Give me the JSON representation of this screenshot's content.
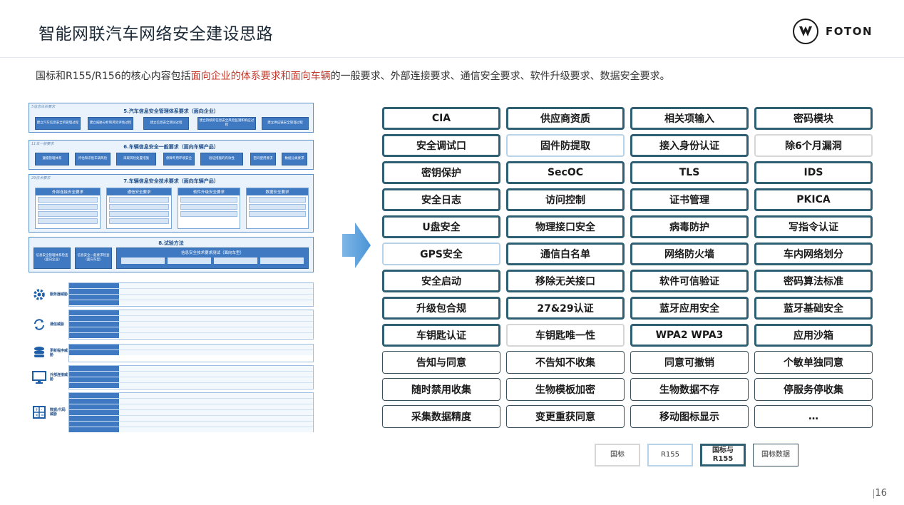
{
  "header": {
    "title": "智能网联汽车网络安全建设思路",
    "logo_text": "FOTON"
  },
  "intro": {
    "prefix": "国标和R155/R156的核心内容包括",
    "highlight": "面向企业的体系要求和面向车辆",
    "suffix": "的一般要求、外部连接要求、通信安全要求、软件升级要求、数据安全要求。"
  },
  "diagram": {
    "block5": {
      "tag": "5信息体系要求",
      "title": "5.汽车信息安全管理体系要求（面向企业）",
      "cells": [
        "建立汽车信息安全的管理过程",
        "建立威胁分析和风险评估过程",
        "建立信息安全测试过程",
        "建立持续的信息安全风险监测和响应过程",
        "建立供应链安全管理过程"
      ]
    },
    "block6": {
      "tag": "11车一般要求",
      "title": "6.车辆信息安全一般要求（面向车辆产品）",
      "cells": [
        "遵循管理体系",
        "评估和识别车辆风险",
        "采取风险处置措施",
        "保障专用环境安全",
        "验证措施的有效性",
        "密码使用要求",
        "数据分类要求"
      ]
    },
    "block7": {
      "tag": "29技术要求",
      "title": "7.车辆信息安全技术要求（面向车辆产品）",
      "subs": [
        "外部连接安全要求",
        "通信安全要求",
        "软件升级安全要求",
        "数据安全要求"
      ]
    },
    "block8": {
      "title": "8.试验方法",
      "cells": [
        "信息安全管理体系检查（面向企业）",
        "信息安全一般要求检查（面向车型）"
      ],
      "sub_title": "信息安全技术要求测试（面向车型）"
    },
    "threats": [
      {
        "label": "服务器威胁",
        "icon": "gear-icon"
      },
      {
        "label": "通信威胁",
        "icon": "refresh-icon"
      },
      {
        "label": "更新程序威胁",
        "icon": "database-icon"
      },
      {
        "label": "外部连接威胁",
        "icon": "monitor-icon"
      },
      {
        "label": "数据/代码威胁",
        "icon": "calculator-icon"
      }
    ]
  },
  "requirements": [
    {
      "label": "CIA",
      "source": "both"
    },
    {
      "label": "供应商资质",
      "source": "both"
    },
    {
      "label": "相关项输入",
      "source": "both"
    },
    {
      "label": "密码模块",
      "source": "both"
    },
    {
      "label": "安全调试口",
      "source": "both"
    },
    {
      "label": "固件防提取",
      "source": "r155"
    },
    {
      "label": "接入身份认证",
      "source": "both"
    },
    {
      "label": "除6个月漏洞",
      "source": "gb"
    },
    {
      "label": "密钥保护",
      "source": "both"
    },
    {
      "label": "SecOC",
      "source": "both"
    },
    {
      "label": "TLS",
      "source": "both"
    },
    {
      "label": "IDS",
      "source": "both"
    },
    {
      "label": "安全日志",
      "source": "both"
    },
    {
      "label": "访问控制",
      "source": "both"
    },
    {
      "label": "证书管理",
      "source": "both"
    },
    {
      "label": "PKICA",
      "source": "both"
    },
    {
      "label": "U盘安全",
      "source": "both"
    },
    {
      "label": "物理接口安全",
      "source": "both"
    },
    {
      "label": "病毒防护",
      "source": "both"
    },
    {
      "label": "写指令认证",
      "source": "both"
    },
    {
      "label": "GPS安全",
      "source": "r155"
    },
    {
      "label": "通信白名单",
      "source": "both"
    },
    {
      "label": "网络防火墙",
      "source": "both"
    },
    {
      "label": "车内网络划分",
      "source": "both"
    },
    {
      "label": "安全启动",
      "source": "both"
    },
    {
      "label": "移除无关接口",
      "source": "both"
    },
    {
      "label": "软件可信验证",
      "source": "both"
    },
    {
      "label": "密码算法标准",
      "source": "both"
    },
    {
      "label": "升级包合规",
      "source": "both"
    },
    {
      "label": "27&29认证",
      "source": "both"
    },
    {
      "label": "蓝牙应用安全",
      "source": "both"
    },
    {
      "label": "蓝牙基础安全",
      "source": "both"
    },
    {
      "label": "车钥匙认证",
      "source": "both"
    },
    {
      "label": "车钥匙唯一性",
      "source": "gb"
    },
    {
      "label": "WPA2 WPA3",
      "source": "both"
    },
    {
      "label": "应用沙箱",
      "source": "both"
    },
    {
      "label": "告知与同意",
      "source": "data"
    },
    {
      "label": "不告知不收集",
      "source": "data"
    },
    {
      "label": "同意可撤销",
      "source": "data"
    },
    {
      "label": "个敏单独同意",
      "source": "data"
    },
    {
      "label": "随时禁用收集",
      "source": "data"
    },
    {
      "label": "生物模板加密",
      "source": "data"
    },
    {
      "label": "生物数据不存",
      "source": "data"
    },
    {
      "label": "停服务停收集",
      "source": "data"
    },
    {
      "label": "采集数据精度",
      "source": "data"
    },
    {
      "label": "变更重获同意",
      "source": "data"
    },
    {
      "label": "移动图标显示",
      "source": "data"
    },
    {
      "label": "…",
      "source": "data"
    }
  ],
  "legend": [
    {
      "label": "国标",
      "source": "gb"
    },
    {
      "label": "R155",
      "source": "r155"
    },
    {
      "label": "国标与R155",
      "source": "both"
    },
    {
      "label": "国标数据",
      "source": "data"
    }
  ],
  "footer": {
    "page_number": "16"
  },
  "colors": {
    "both": "#2f5f73",
    "r155": "#b7d3ea",
    "gb": "#d6d6d6",
    "data": "#39515e",
    "highlight": "#c0392b"
  }
}
